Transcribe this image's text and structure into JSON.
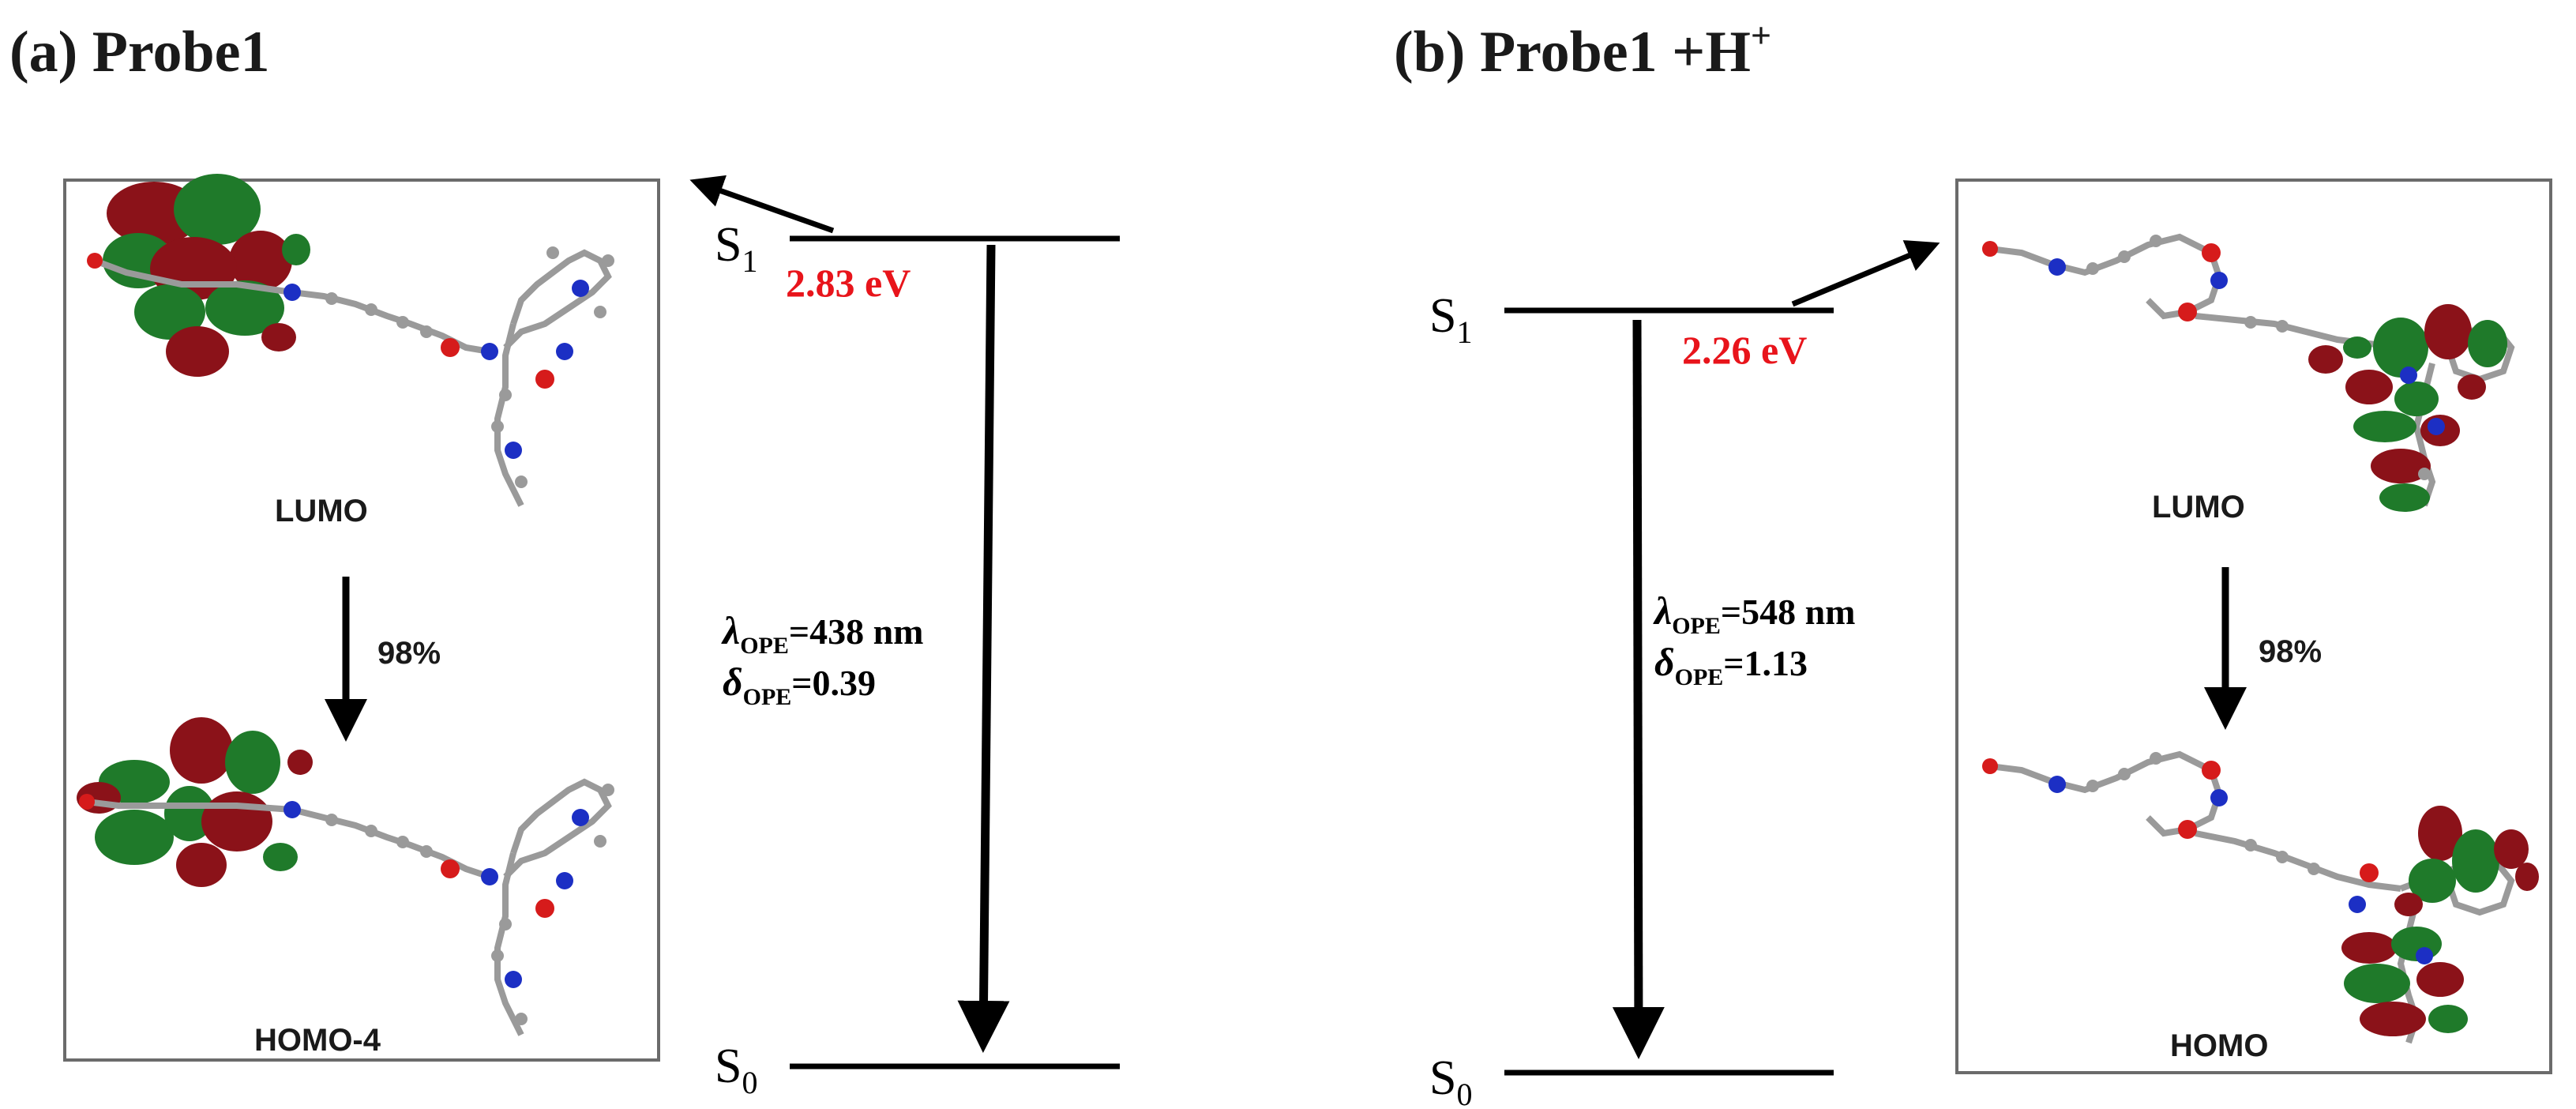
{
  "panel_a": {
    "title": "(a) Probe1",
    "s1_label": "S",
    "s1_sub": "1",
    "s0_label": "S",
    "s0_sub": "0",
    "energy": "2.83 eV",
    "lambda_sym": "λ",
    "lambda_sub": "OPE",
    "lambda_value": "=438 nm",
    "delta_sym": "δ",
    "delta_sub": "OPE",
    "delta_value": "=0.39",
    "upper_orbital": "LUMO",
    "lower_orbital": "HOMO-4",
    "contribution": "98%"
  },
  "panel_b": {
    "title_main": "(b) Probe1 +H",
    "title_sup": "+",
    "s1_label": "S",
    "s1_sub": "1",
    "s0_label": "S",
    "s0_sub": "0",
    "energy": "2.26 eV",
    "lambda_sym": "λ",
    "lambda_sub": "OPE",
    "lambda_value": "=548 nm",
    "delta_sym": "δ",
    "delta_sub": "OPE",
    "delta_value": "=1.13",
    "upper_orbital": "LUMO",
    "lower_orbital": "HOMO",
    "contribution": "98%"
  },
  "colors": {
    "energy_text": "#e8141b",
    "lobe_red": "#8b1219",
    "lobe_green": "#1f7a2a",
    "atom_carbon": "#9a9a9a",
    "atom_nitrogen": "#1c2fc4",
    "atom_oxygen": "#d61b1b",
    "box_border": "#6b6b6b"
  }
}
